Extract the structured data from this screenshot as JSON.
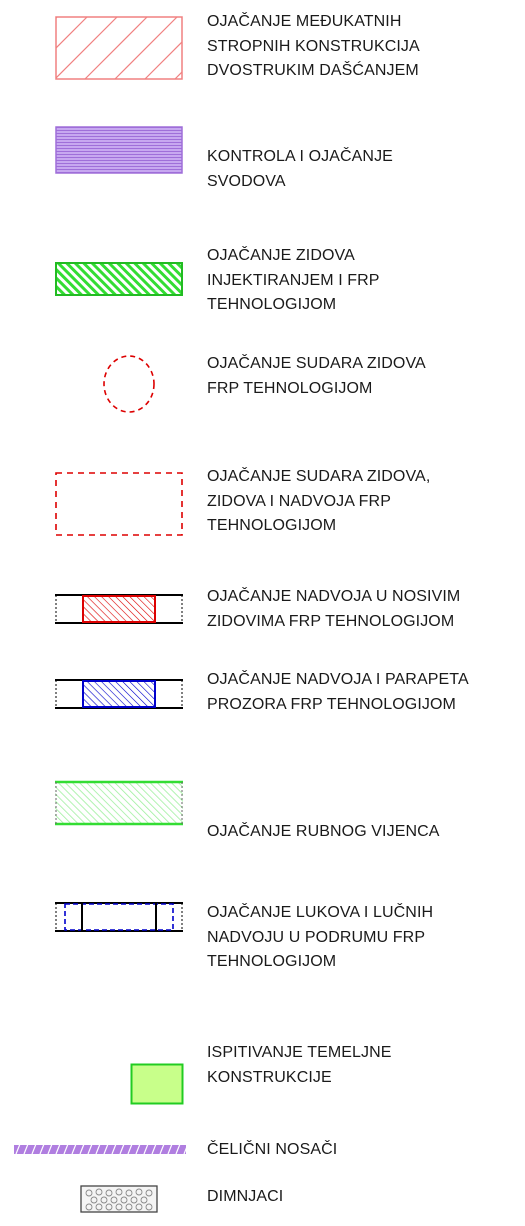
{
  "legend": {
    "items": [
      {
        "symbol": "pink-diagonal-hatch-rectangle-icon",
        "label": "OJAČANJE MEĐUKATNIH\nSTROPNIH KONSTRUKCIJA\nDVOSTRUKIM DAŠĆANJEM"
      },
      {
        "symbol": "purple-fine-hatch-rectangle-icon",
        "label": "KONTROLA I OJAČANJE\nSVODOVA"
      },
      {
        "symbol": "green-hatch-rectangle-icon",
        "label": "OJAČANJE ZIDOVA\nINJEKTIRANJEM I FRP\nTEHNOLOGIJOM"
      },
      {
        "symbol": "red-dashed-circle-icon",
        "label": "OJAČANJE SUDARA ZIDOVA\nFRP TEHNOLOGIJOM"
      },
      {
        "symbol": "red-dashed-rectangle-icon",
        "label": "OJAČANJE SUDARA ZIDOVA,\nZIDOVA I NADVOJA FRP\nTEHNOLOGIJOM"
      },
      {
        "symbol": "red-lintel-wall-icon",
        "label": "OJAČANJE NADVOJA U NOSIVIM\nZIDOVIMA FRP TEHNOLOGIJOM"
      },
      {
        "symbol": "blue-lintel-wall-icon",
        "label": "OJAČANJE NADVOJA I PARAPETA\nPROZORA FRP TEHNOLOGIJOM"
      },
      {
        "symbol": "light-green-hatch-band-icon",
        "label": "OJAČANJE RUBNOG VIJENCA"
      },
      {
        "symbol": "blue-arch-wall-icon",
        "label": "OJAČANJE LUKOVA I LUČNIH\nNADVOJU U PODRUMU FRP\nTEHNOLOGIJOM"
      },
      {
        "symbol": "green-square-icon",
        "label": "ISPITIVANJE TEMELJNE\nKONSTRUKCIJE"
      },
      {
        "symbol": "purple-steel-beam-icon",
        "label": "ČELIČNI NOSAČI"
      },
      {
        "symbol": "chimney-gravel-icon",
        "label": "DIMNJACI"
      }
    ],
    "colors": {
      "pink": "#f08080",
      "purple": "#9f6fd9",
      "green": "#33dd33",
      "light_green": "#9ef09e",
      "red": "#dd0000",
      "blue": "#0000cc",
      "black": "#000000"
    }
  }
}
